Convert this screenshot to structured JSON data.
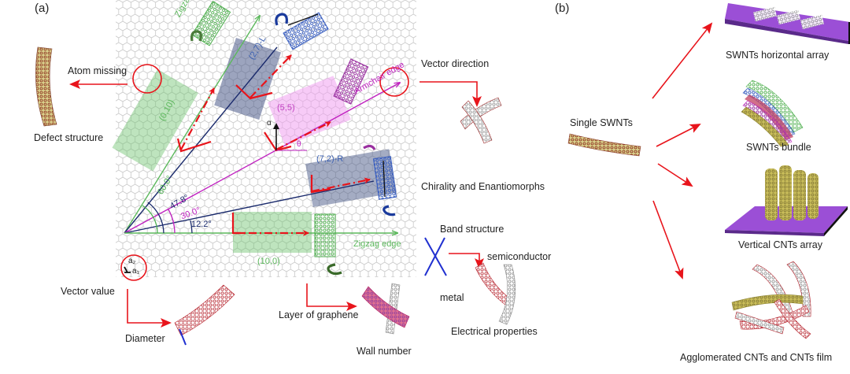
{
  "panels": {
    "a": {
      "label": "(a)",
      "lattice": {
        "vectors": {
          "a2": "a₂",
          "a1": "a₁"
        },
        "edges": {
          "zigzag_top": "Zigzag edge",
          "armchair": "Armchair edge",
          "zigzag_bottom": "Zigzag edge"
        },
        "chiral_indices": [
          {
            "id": "0-10",
            "label": "(0,10)",
            "color": "#5cb85c"
          },
          {
            "id": "2-7-L",
            "label": "(2,7)-L",
            "color": "#3a5fb0"
          },
          {
            "id": "5-5",
            "label": "(5,5)",
            "color": "#c040c0"
          },
          {
            "id": "7-2-R",
            "label": "(7,2)-R",
            "color": "#3a5fb0"
          },
          {
            "id": "10-0",
            "label": "(10,0)",
            "color": "#5cb85c"
          }
        ],
        "angles": [
          {
            "label": "60.0°",
            "color": "#4caf50"
          },
          {
            "label": "47.8°",
            "color": "#1a2a6c"
          },
          {
            "label": "30.0°",
            "color": "#c020c0"
          },
          {
            "label": "12.2°",
            "color": "#1a2a6c"
          }
        ],
        "symbols": {
          "alpha": "α",
          "theta": "θ"
        }
      },
      "annotations": {
        "atom_missing": "Atom missing",
        "defect_structure": "Defect structure",
        "vector_direction": "Vector direction",
        "chirality": "Chirality and Enantiomorphs",
        "vector_value": "Vector value",
        "diameter": "Diameter",
        "layer_of_graphene": "Layer of graphene",
        "wall_number": "Wall number",
        "band_structure": "Band structure",
        "semiconductor": "semiconductor",
        "metal": "metal",
        "electrical_properties": "Electrical properties"
      }
    },
    "b": {
      "label": "(b)",
      "source": "Single SWNTs",
      "targets": [
        "SWNTs horizontal array",
        "SWNTs bundle",
        "Vertical CNTs array",
        "Agglomerated CNTs and CNTs film"
      ]
    }
  },
  "colors": {
    "arrow_red": "#e8141b",
    "zigzag_green": "#5cb85c",
    "navy": "#1a2a6c",
    "magenta": "#c020c0",
    "substrate_purple": "#9b4fd6",
    "lattice_gray": "#c8c8c8"
  }
}
